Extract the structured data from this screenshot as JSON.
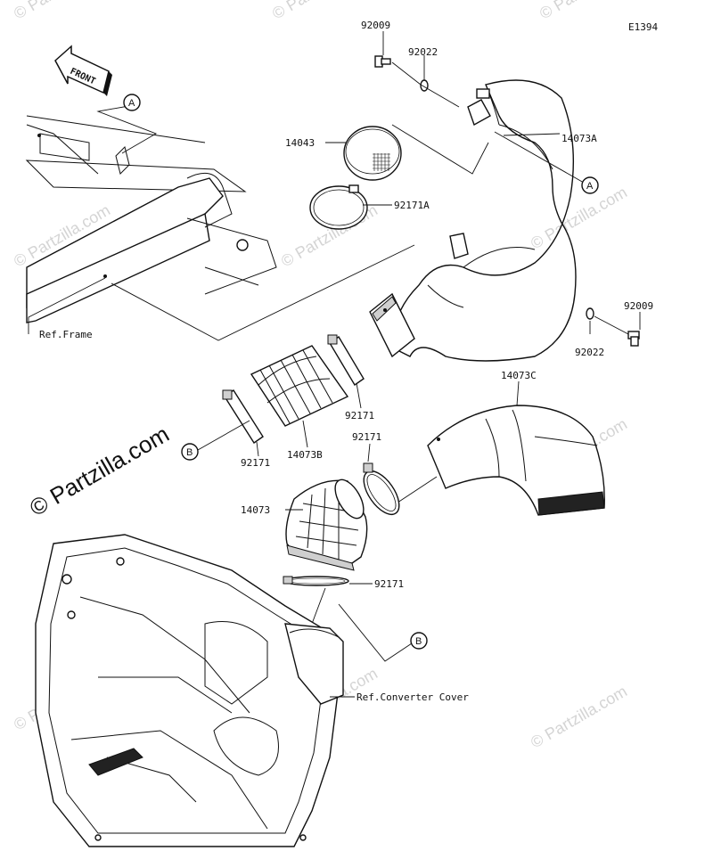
{
  "diagram_code": "E1394",
  "front_label": "FRONT",
  "watermark_text": "© Partzilla.com",
  "watermark_main": "© Partzilla.com",
  "callouts": {
    "a_top": "A",
    "a_right": "A",
    "b_left": "B",
    "b_bottom": "B"
  },
  "parts": {
    "bolt_top": "92009",
    "washer_top": "92022",
    "screen": "14043",
    "duct_a": "14073A",
    "clamp_a": "92171A",
    "bolt_right": "92009",
    "washer_right": "92022",
    "clamp_right_upper": "92171",
    "boot_b": "14073B",
    "clamp_left": "92171",
    "duct_c": "14073C",
    "clamp_mid": "92171",
    "duct_main": "14073",
    "clamp_bottom": "92171"
  },
  "references": {
    "frame": "Ref.Frame",
    "converter_cover": "Ref.Converter Cover"
  },
  "colors": {
    "line": "#111111",
    "watermark": "#d4d4d4",
    "background": "#ffffff"
  }
}
